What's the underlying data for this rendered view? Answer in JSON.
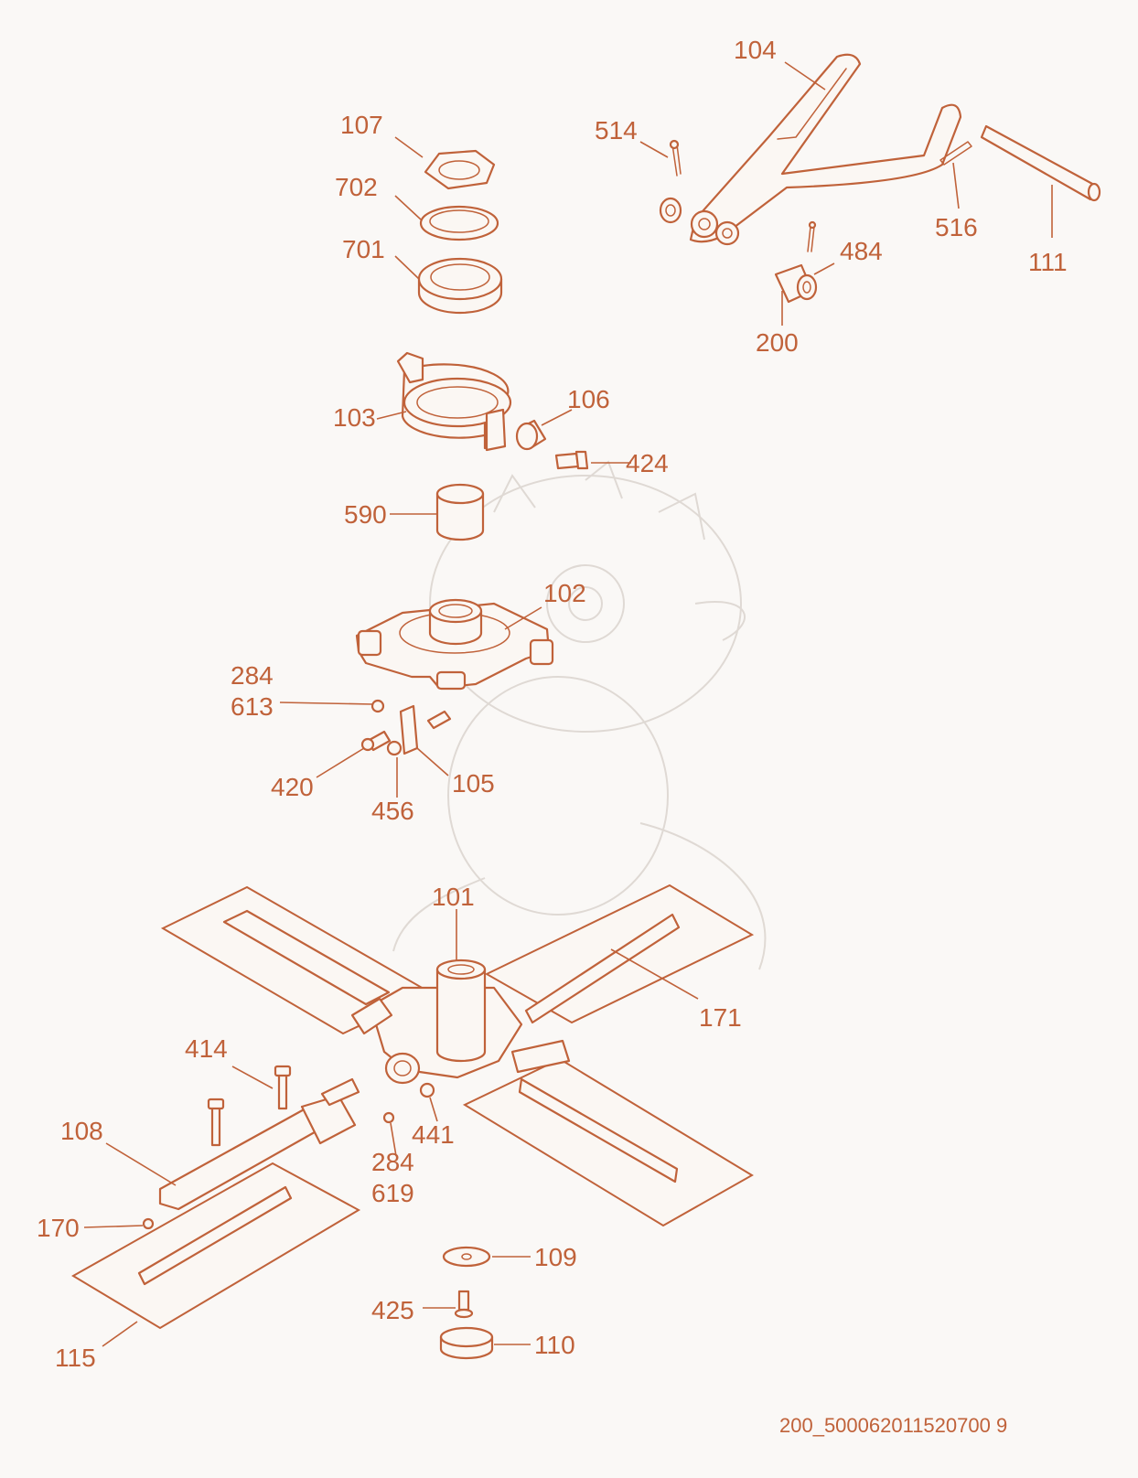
{
  "accent_color": "#c0623a",
  "background_color": "#faf8f6",
  "callouts": {
    "c104": "104",
    "c107": "107",
    "c514": "514",
    "c702": "702",
    "c701": "701",
    "c516": "516",
    "c111": "111",
    "c484": "484",
    "c200": "200",
    "c106": "106",
    "c103": "103",
    "c424": "424",
    "c590": "590",
    "c102": "102",
    "c284a": "284",
    "c613": "613",
    "c420": "420",
    "c105": "105",
    "c456": "456",
    "c101": "101",
    "c171": "171",
    "c414": "414",
    "c108": "108",
    "c441": "441",
    "c284b": "284",
    "c619": "619",
    "c170": "170",
    "c109": "109",
    "c425": "425",
    "c110": "110",
    "c115": "115"
  },
  "document_id": "200_500062011520700 9"
}
